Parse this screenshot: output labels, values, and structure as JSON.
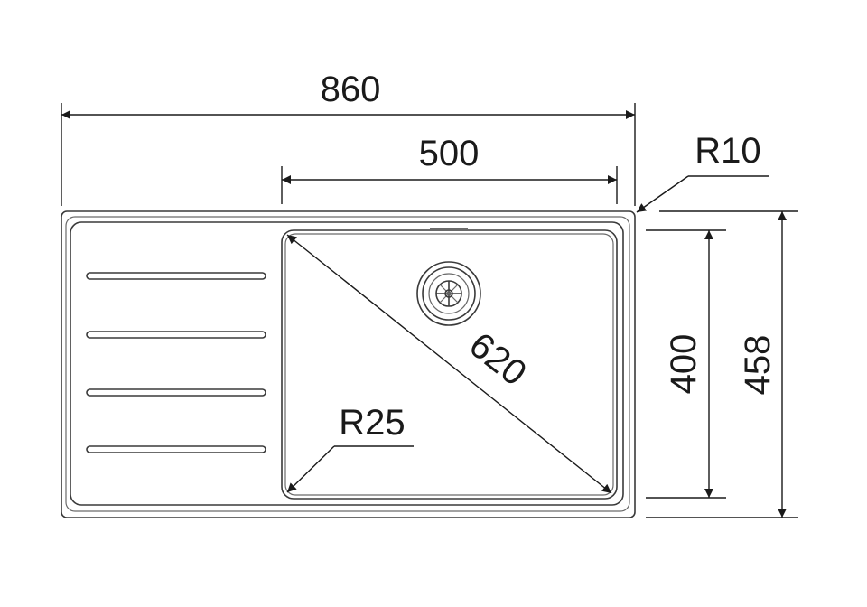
{
  "dimensions": {
    "overall_width": "860",
    "bowl_width": "500",
    "corner_radius_outer": "R10",
    "corner_radius_bowl": "R25",
    "bowl_diagonal": "620",
    "bowl_depth": "400",
    "overall_depth": "458"
  },
  "colors": {
    "line": "#1a1a1a",
    "body_outline": "#3a3a3a",
    "inner_outline": "#6a6a6a",
    "background": "#ffffff"
  },
  "icons": {
    "drain": "drain-strainer-icon"
  }
}
